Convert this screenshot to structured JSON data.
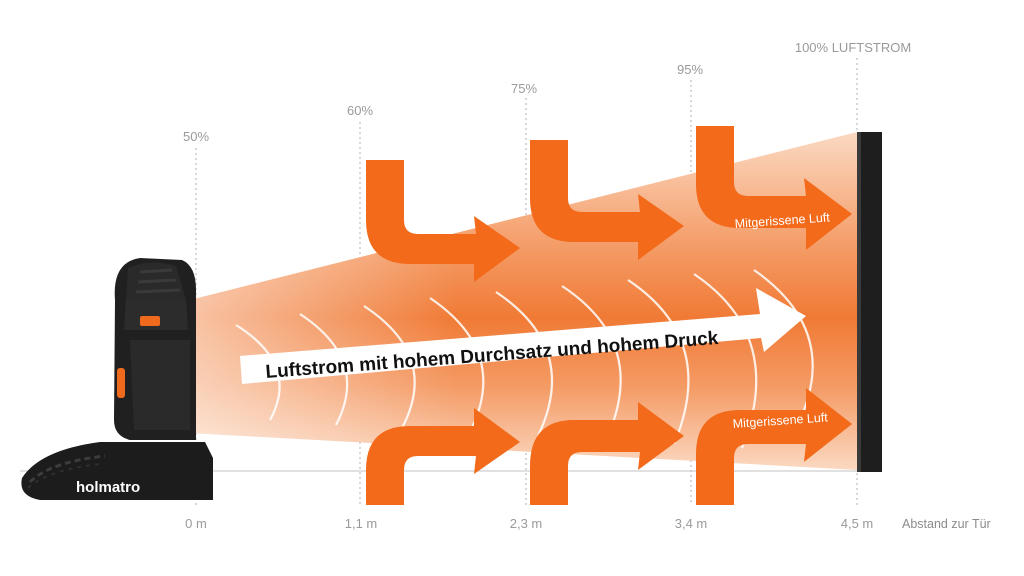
{
  "colors": {
    "accent": "#f06a1e",
    "cone_light": "#f8c6a4",
    "door": "#222222",
    "guide": "#bdbdbd",
    "text_gray": "#9a9a9a"
  },
  "percent_labels": [
    "50%",
    "60%",
    "75%",
    "95%",
    "100% LUFTSTROM"
  ],
  "distance_labels": [
    "0 m",
    "1,1 m",
    "2,3 m",
    "3,4 m",
    "4,5 m"
  ],
  "axis_label": "Abstand zur Tür",
  "main_flow_label": "Luftstrom mit hohem Durchsatz und hohem Druck",
  "entrained_air_labels": [
    "Mitgerissene Luft",
    "Mitgerissene Luft"
  ],
  "brand": "holmatro",
  "icons": {
    "fan": "blower-fan-icon",
    "door": "door-icon",
    "arrow": "curved-arrow-icon"
  }
}
